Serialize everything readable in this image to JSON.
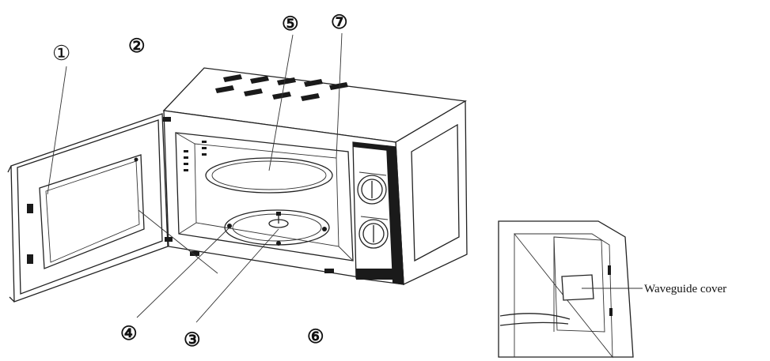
{
  "labels": {
    "l1": "①",
    "l2": "②",
    "l3": "③",
    "l4": "④",
    "l5": "⑤",
    "l6": "⑥",
    "l7": "⑦"
  },
  "inset": {
    "callout": "Waveguide cover"
  }
}
